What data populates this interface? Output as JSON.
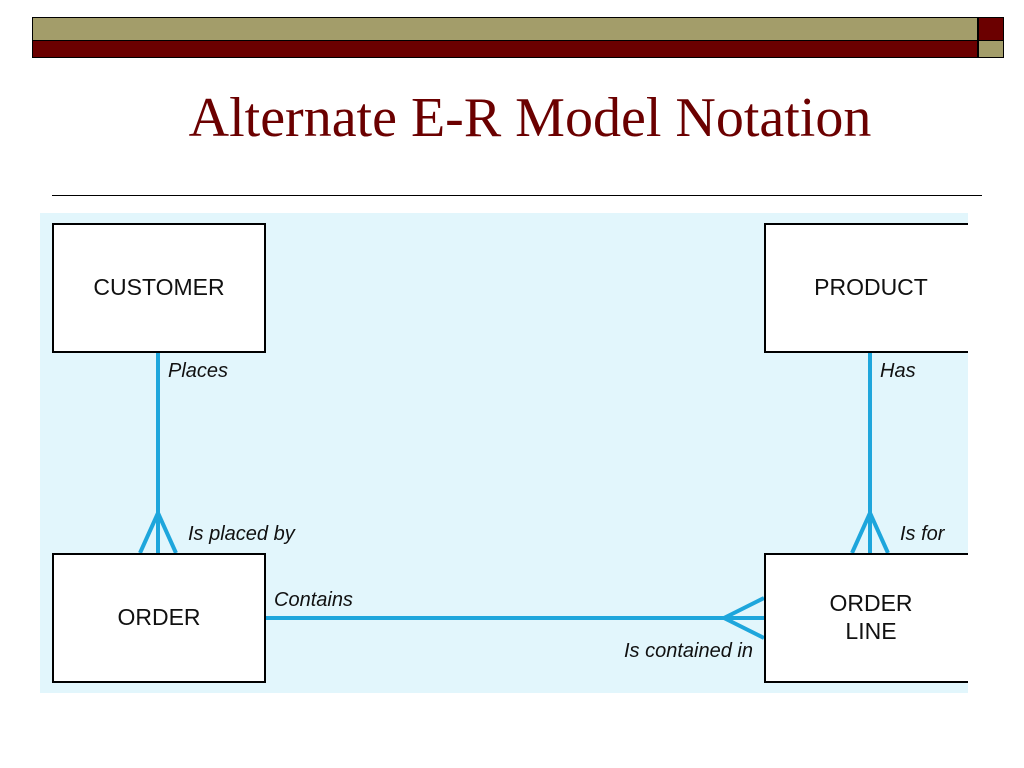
{
  "slide": {
    "title": "Alternate E-R Model Notation"
  },
  "colors": {
    "accent_maroon": "#6b0000",
    "accent_olive": "#a39d6a",
    "diagram_background": "#e2f6fc",
    "relationship_line": "#1ea6dc"
  },
  "diagram": {
    "entities": {
      "customer": "CUSTOMER",
      "product": "PRODUCT",
      "order": "ORDER",
      "order_line_1": "ORDER",
      "order_line_2": "LINE"
    },
    "relationships": {
      "places": "Places",
      "is_placed_by": "Is placed by",
      "has": "Has",
      "is_for": "Is for",
      "contains": "Contains",
      "is_contained_in": "Is contained in"
    }
  }
}
